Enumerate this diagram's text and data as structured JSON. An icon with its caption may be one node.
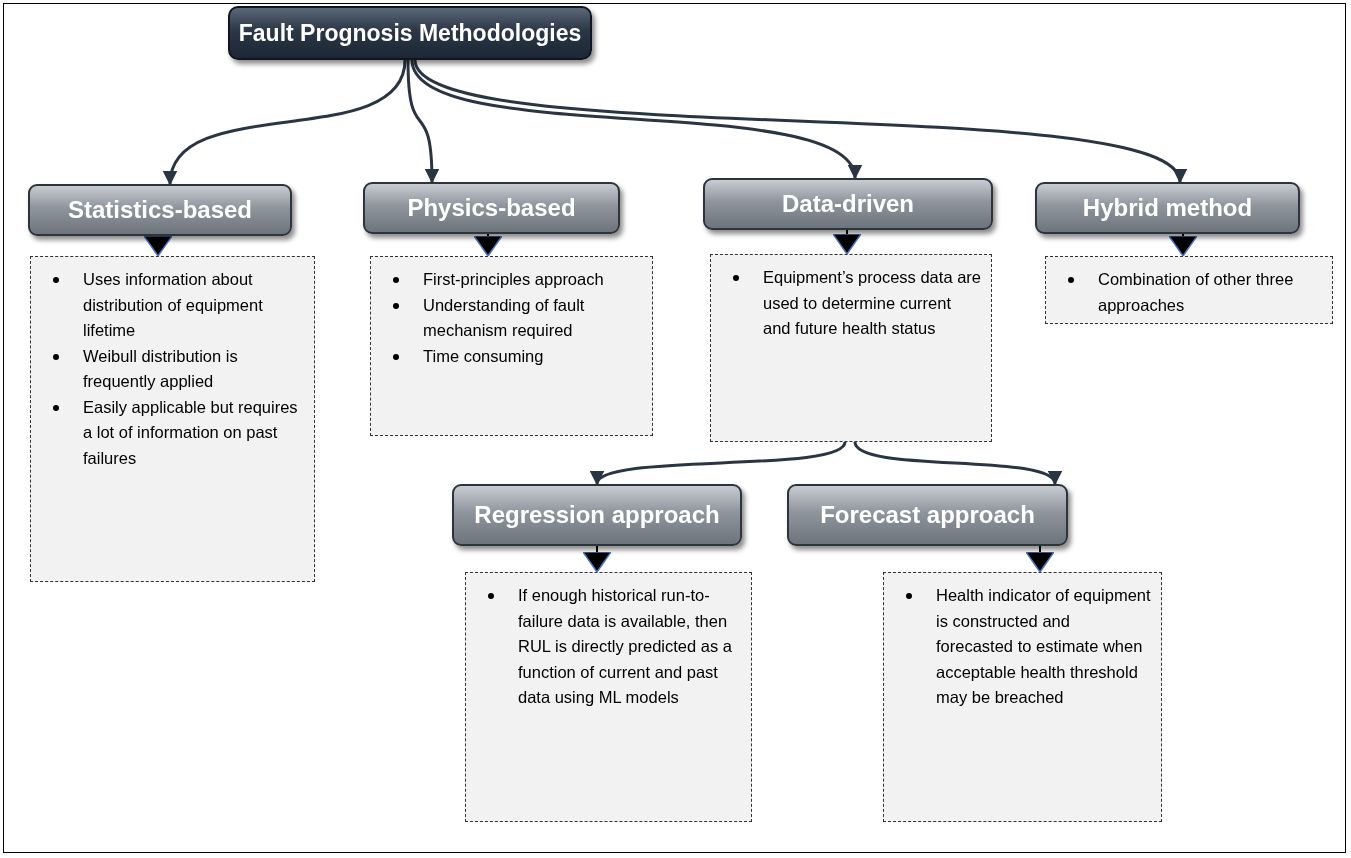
{
  "diagram": {
    "nodes": [
      {
        "text": [
          "Fault Prognosis Methodologies"
        ]
      },
      {
        "text": [
          "Statistics-based"
        ]
      },
      {
        "text": [
          "Physics-based"
        ]
      },
      {
        "text": [
          "Data-driven"
        ]
      },
      {
        "text": [
          "Hybrid method"
        ]
      },
      {
        "text": [
          "Uses information about distribution of equipment lifetime",
          "Weibull distribution is frequently applied",
          "Easily applicable but requires a lot of information on past failures"
        ]
      },
      {
        "text": [
          "First-principles approach",
          "Understanding of fault mechanism required",
          "Time consuming"
        ]
      },
      {
        "text": [
          "Equipment’s process data are used to determine current and future health status"
        ]
      },
      {
        "text": [
          "Combination of other three approaches"
        ]
      },
      {
        "text": [
          "Regression approach"
        ]
      },
      {
        "text": [
          "Forecast approach"
        ]
      },
      {
        "text": [
          "If enough historical run-to-failure data is available, then RUL is directly predicted as a function of current and past data using ML models"
        ]
      },
      {
        "text": [
          "Health indicator of equipment is constructed and forecasted to estimate when acceptable health threshold may be breached"
        ]
      }
    ],
    "edges": [
      {
        "from": 0,
        "to": 1,
        "arrow": "to"
      },
      {
        "from": 0,
        "to": 2,
        "arrow": "to"
      },
      {
        "from": 0,
        "to": 3,
        "arrow": "to"
      },
      {
        "from": 0,
        "to": 4,
        "arrow": "to"
      },
      {
        "from": 1,
        "to": 5,
        "arrow": "to"
      },
      {
        "from": 2,
        "to": 6,
        "arrow": "to"
      },
      {
        "from": 3,
        "to": 7,
        "arrow": "to"
      },
      {
        "from": 4,
        "to": 8,
        "arrow": "to"
      },
      {
        "from": 7,
        "to": 9,
        "arrow": "to"
      },
      {
        "from": 7,
        "to": 10,
        "arrow": "to"
      },
      {
        "from": 9,
        "to": 11,
        "arrow": "to"
      },
      {
        "from": 10,
        "to": 12,
        "arrow": "to"
      }
    ]
  }
}
